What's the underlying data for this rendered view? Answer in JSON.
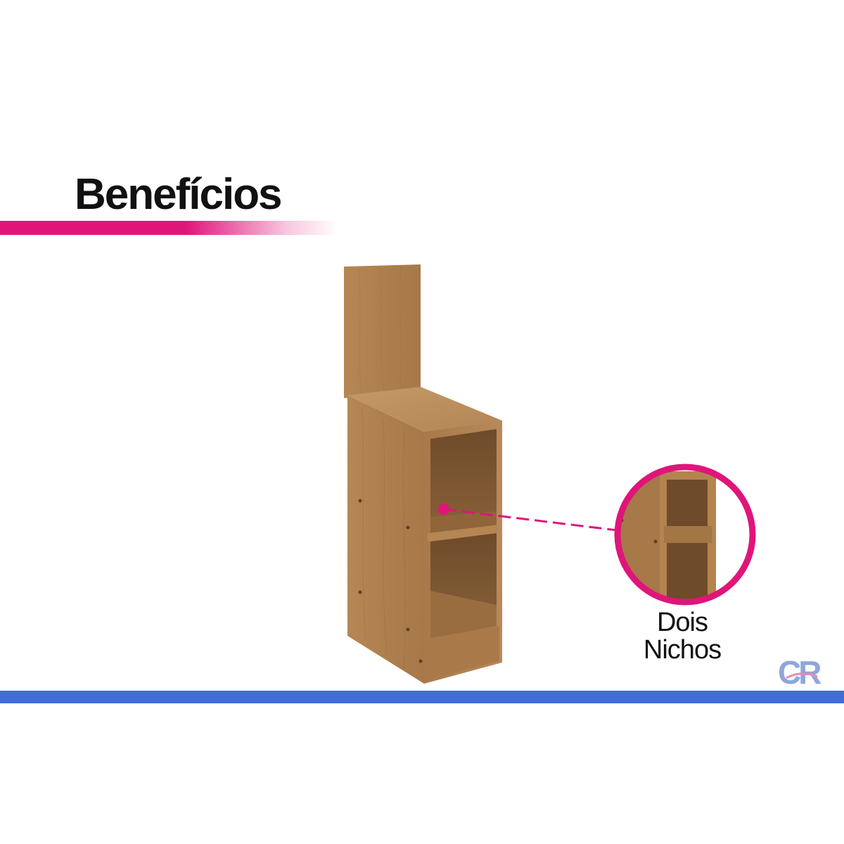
{
  "header": {
    "title": "Benefícios"
  },
  "callout": {
    "line1": "Dois",
    "line2": "Nichos"
  },
  "brand": {
    "logo_text": "CR"
  },
  "colors": {
    "accent_pink": "#e0157a",
    "bottom_bar_blue": "#3e6ed8",
    "wood_light": "#b88a55",
    "wood_mid": "#a67947",
    "wood_dark": "#7a5530",
    "logo_blue": "#8fa6dc"
  },
  "icons": [
    "dashed-connector-line",
    "magnifier-circle",
    "cr-logo"
  ]
}
